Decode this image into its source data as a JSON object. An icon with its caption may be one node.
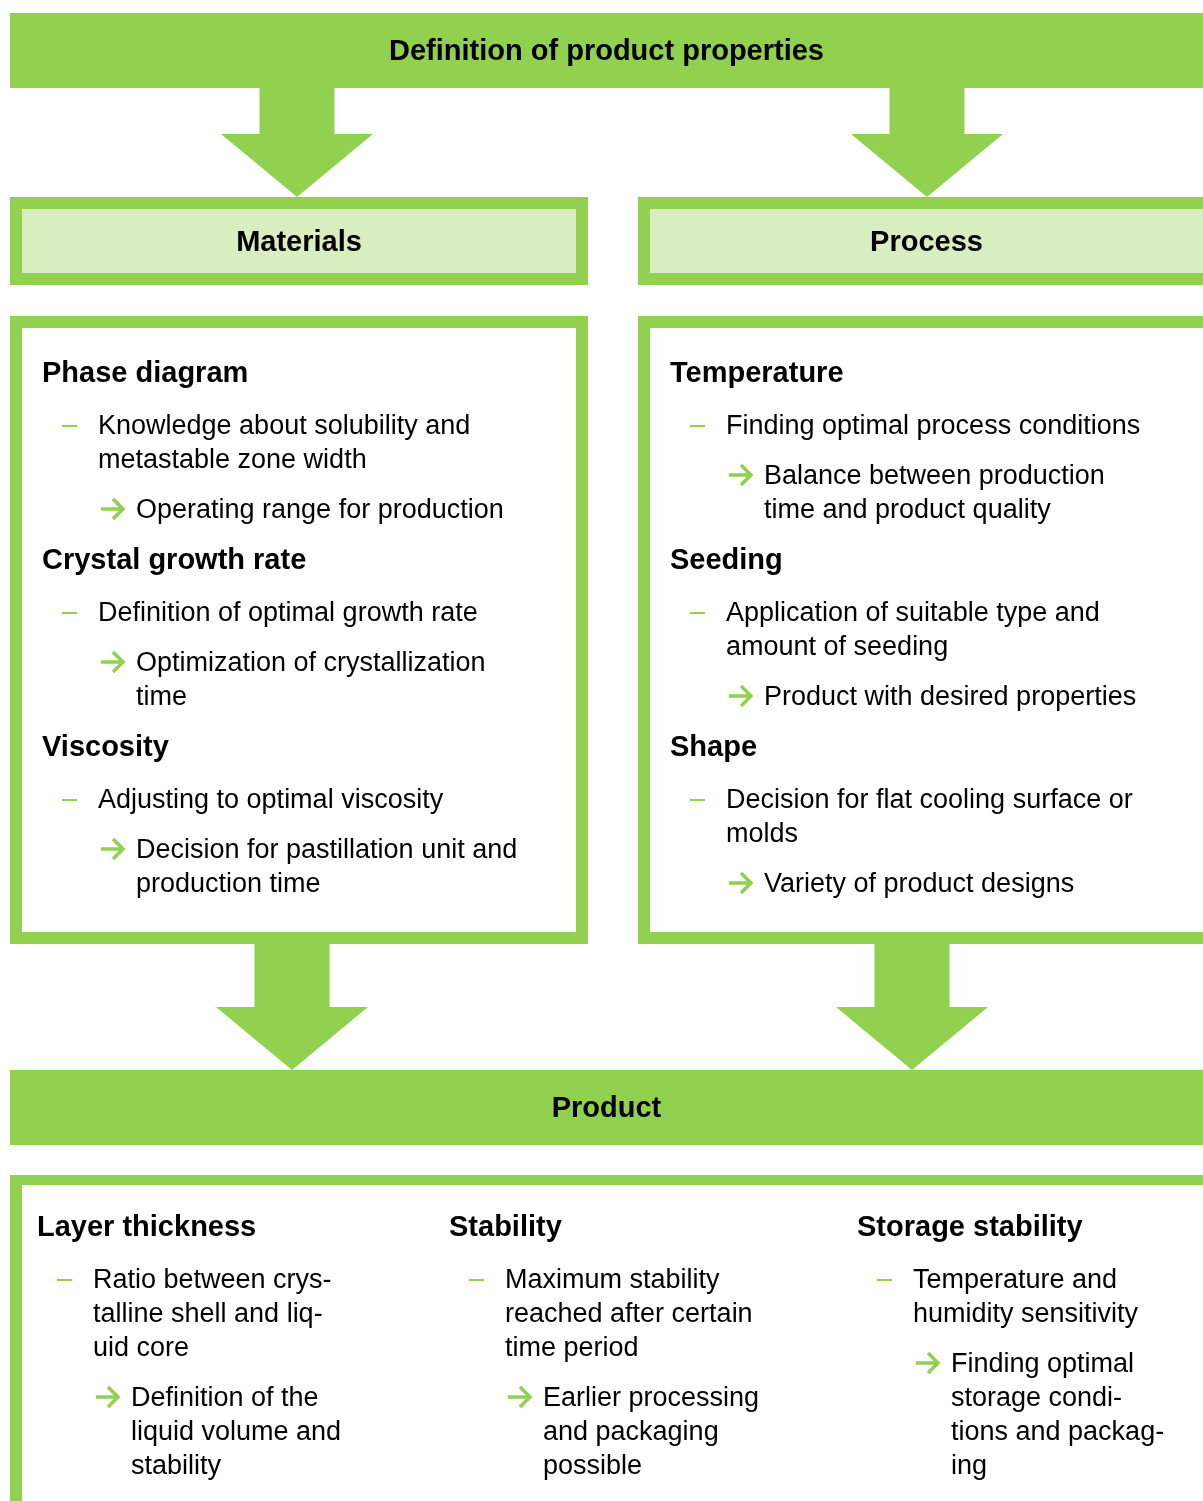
{
  "diagram": {
    "nodes": [
      {
        "text": [
          "Definition of product properties"
        ]
      },
      {
        "text": [
          "Materials"
        ]
      },
      {
        "text": [
          "Process"
        ]
      },
      {
        "text": [
          "Phase diagram",
          "Knowledge about solubility and metastable zone width",
          "Operating range for production",
          "Crystal growth rate",
          "Definition of optimal growth rate",
          "Optimization of crystallization time",
          "Viscosity",
          "Adjusting to optimal viscosity",
          "Decision for pastillation unit and production time"
        ]
      },
      {
        "text": [
          "Temperature",
          "Finding optimal process conditions",
          "Balance between production time and product quality",
          "Seeding",
          "Application of suitable type and amount of seeding",
          "Product with desired properties",
          "Shape",
          "Decision for flat cooling surface or molds",
          "Variety of product designs"
        ]
      },
      {
        "text": [
          "Product"
        ]
      },
      {
        "text": [
          "Layer thickness",
          "Ratio between crys- talline shell and liq- uid core",
          "Definition of the liquid volume and stability",
          "Stability",
          "Maximum stability reached after certain time period",
          "Earlier processing and packaging possible",
          "Storage stability",
          "Temperature and humidity sensitivity",
          "Finding optimal storage condi- tions and packag- ing"
        ]
      }
    ],
    "edges": [
      {
        "from": 0,
        "to": 1,
        "arrow": "to"
      },
      {
        "from": 0,
        "to": 2,
        "arrow": "to"
      },
      {
        "from": 3,
        "to": 5,
        "arrow": "to"
      },
      {
        "from": 4,
        "to": 5,
        "arrow": "to"
      }
    ]
  }
}
